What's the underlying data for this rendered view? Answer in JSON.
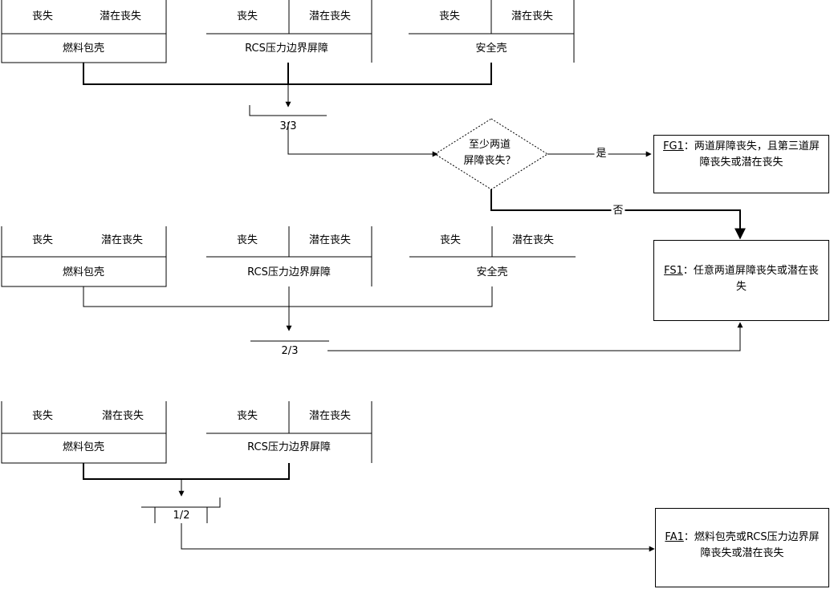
{
  "barrier_labels": {
    "lost": "丧失",
    "potential_lost": "潜在丧失",
    "fuel_cladding": "燃料包壳",
    "rcs_boundary": "RCS压力边界屏障",
    "containment": "安全壳"
  },
  "logic_gates": {
    "g1": "3/3",
    "g2": "2/3",
    "g3": "1/2"
  },
  "decision": {
    "line1": "至少两道",
    "line2": "屏障丧失？",
    "yes": "是",
    "no": "否"
  },
  "outcomes": {
    "fg1": {
      "code": "FG1",
      "text": "：两道屏障丧失，且第三道屏障丧失或潜在丧失"
    },
    "fs1": {
      "code": "FS1",
      "text": "：任意两道屏障丧失或潜在丧失"
    },
    "fa1": {
      "code": "FA1",
      "text": "：燃料包壳或RCS压力边界屏障丧失或潜在丧失"
    }
  }
}
